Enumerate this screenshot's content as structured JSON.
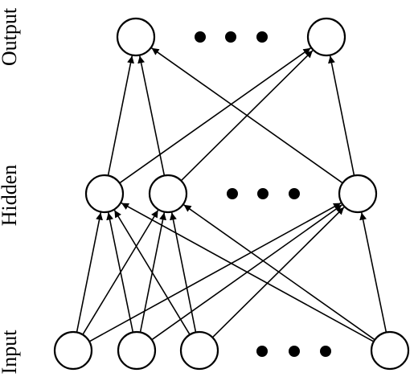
{
  "labels": {
    "output": "Output",
    "hidden": "Hidden",
    "input": "Input"
  },
  "layers": {
    "output_visible_nodes": 2,
    "hidden_visible_nodes": 3,
    "input_visible_nodes": 4,
    "ellipsis_dots_per_layer": 3
  },
  "colors": {
    "stroke": "#000000",
    "fill": "#ffffff"
  }
}
